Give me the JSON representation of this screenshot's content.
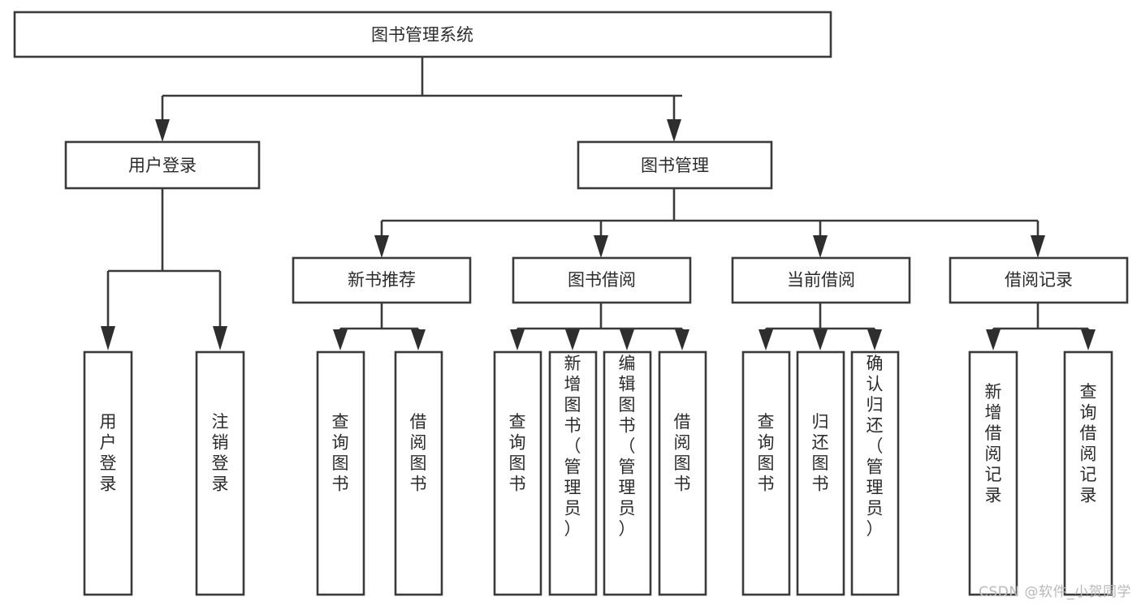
{
  "diagram": {
    "type": "tree-hierarchy",
    "orientation": "top-down",
    "root": {
      "id": "root",
      "label": "图书管理系统"
    },
    "level1": [
      {
        "id": "user-login",
        "label": "用户登录"
      },
      {
        "id": "book-manage",
        "label": "图书管理"
      }
    ],
    "level2": [
      {
        "id": "new-book-rec",
        "label": "新书推荐",
        "parent": "book-manage"
      },
      {
        "id": "book-borrow",
        "label": "图书借阅",
        "parent": "book-manage"
      },
      {
        "id": "current-borrow",
        "label": "当前借阅",
        "parent": "book-manage"
      },
      {
        "id": "borrow-record",
        "label": "借阅记录",
        "parent": "book-manage"
      }
    ],
    "leaves": [
      {
        "id": "leaf-user-login",
        "label": "用户登录",
        "parent": "user-login"
      },
      {
        "id": "leaf-logout",
        "label": "注销登录",
        "parent": "user-login"
      },
      {
        "id": "leaf-query-book-1",
        "label": "查询图书",
        "parent": "new-book-rec"
      },
      {
        "id": "leaf-borrow-book-1",
        "label": "借阅图书",
        "parent": "new-book-rec"
      },
      {
        "id": "leaf-query-book-2",
        "label": "查询图书",
        "parent": "book-borrow"
      },
      {
        "id": "leaf-add-book",
        "label": "新增图书（管理员）",
        "parent": "book-borrow"
      },
      {
        "id": "leaf-edit-book",
        "label": "编辑图书（管理员）",
        "parent": "book-borrow"
      },
      {
        "id": "leaf-borrow-book-2",
        "label": "借阅图书",
        "parent": "book-borrow"
      },
      {
        "id": "leaf-query-book-3",
        "label": "查询图书",
        "parent": "current-borrow"
      },
      {
        "id": "leaf-return-book",
        "label": "归还图书",
        "parent": "current-borrow"
      },
      {
        "id": "leaf-confirm-return",
        "label": "确认归还（管理员）",
        "parent": "current-borrow"
      },
      {
        "id": "leaf-add-record",
        "label": "新增借阅记录",
        "parent": "borrow-record"
      },
      {
        "id": "leaf-query-record",
        "label": "查询借阅记录",
        "parent": "borrow-record"
      }
    ],
    "colors": {
      "box_fill": "#ffffff",
      "box_stroke": "#3a3a3a",
      "text": "#2b2b2b",
      "background": "#ffffff",
      "watermark": "#b9b9b9"
    }
  },
  "watermark": {
    "text": "CSDN @软件_小贺同学"
  }
}
